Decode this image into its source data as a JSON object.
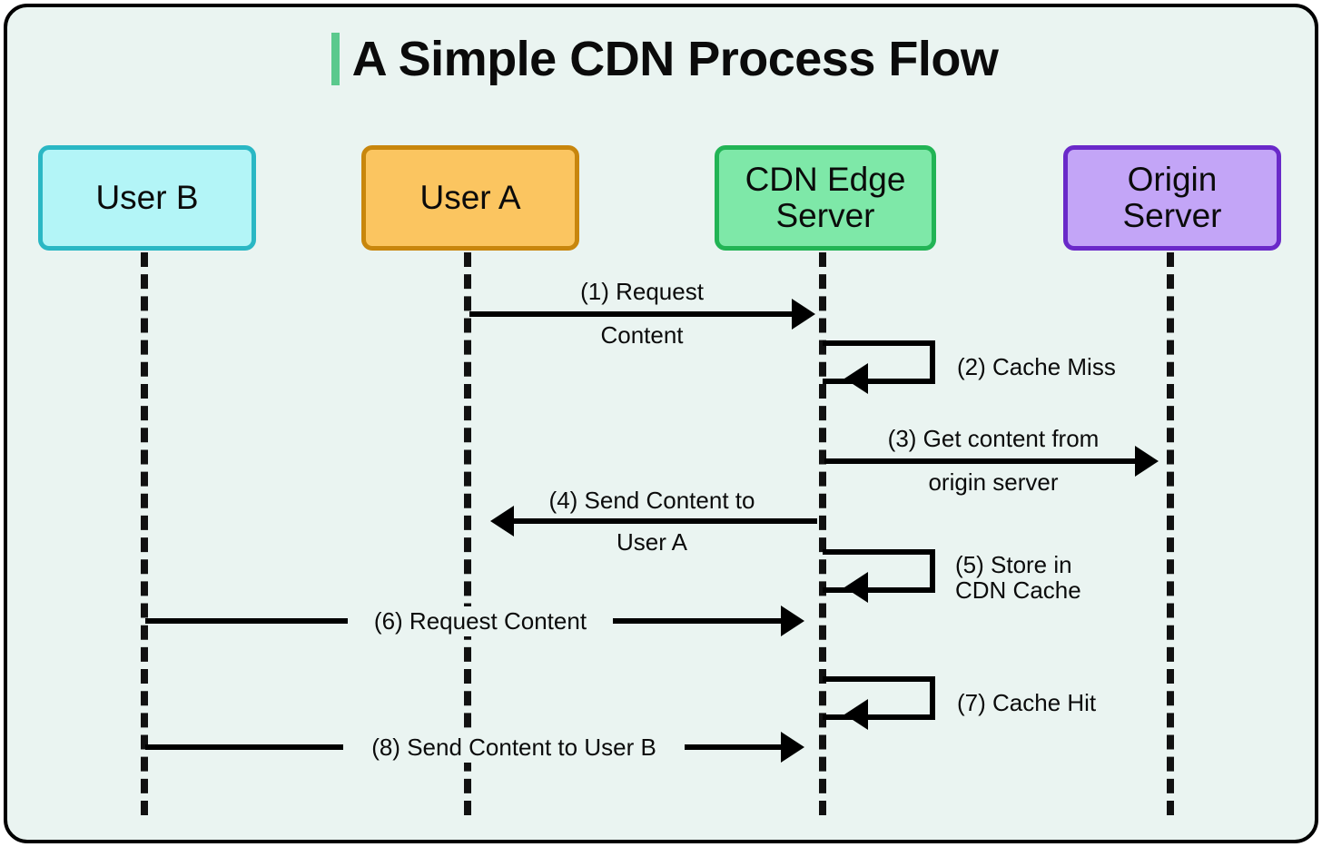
{
  "diagram": {
    "title": "A Simple CDN Process Flow",
    "accent_color": "#5bc98d",
    "background_color": "#eaf4f1",
    "border_color": "#000000",
    "type": "sequence-diagram"
  },
  "participants": [
    {
      "id": "user-b",
      "label": "User B",
      "fill": "#b3f5f7",
      "stroke": "#2ab7c4"
    },
    {
      "id": "user-a",
      "label": "User A",
      "fill": "#fbc560",
      "stroke": "#c8860d"
    },
    {
      "id": "cdn-edge-server",
      "label": "CDN Edge\nServer",
      "line1": "CDN Edge",
      "line2": "Server",
      "fill": "#7ee8a8",
      "stroke": "#22b455"
    },
    {
      "id": "origin-server",
      "label": "Origin\nServer",
      "line1": "Origin",
      "line2": "Server",
      "fill": "#c3a5f7",
      "stroke": "#6a29c9"
    }
  ],
  "messages": [
    {
      "num": "(1)",
      "text": "(1) Request\nContent",
      "line1": "(1) Request",
      "line2": "Content",
      "from": "user-a",
      "to": "cdn-edge-server",
      "direction": "right",
      "kind": "call"
    },
    {
      "num": "(2)",
      "text": "(2) Cache Miss",
      "line1": "(2) Cache Miss",
      "line2": "",
      "from": "cdn-edge-server",
      "to": "cdn-edge-server",
      "direction": "self",
      "kind": "self"
    },
    {
      "num": "(3)",
      "text": "(3) Get content from\norigin server",
      "line1": "(3) Get content from",
      "line2": "origin server",
      "from": "cdn-edge-server",
      "to": "origin-server",
      "direction": "right",
      "kind": "call"
    },
    {
      "num": "(4)",
      "text": "(4) Send Content to\nUser A",
      "line1": "(4) Send Content to",
      "line2": "User A",
      "from": "cdn-edge-server",
      "to": "user-a",
      "direction": "left",
      "kind": "return"
    },
    {
      "num": "(5)",
      "text": "(5) Store in\nCDN Cache",
      "line1": "(5) Store in",
      "line2": "CDN Cache",
      "from": "cdn-edge-server",
      "to": "cdn-edge-server",
      "direction": "self",
      "kind": "self"
    },
    {
      "num": "(6)",
      "text": "(6) Request Content",
      "line1": "(6) Request Content",
      "line2": "",
      "from": "user-b",
      "to": "cdn-edge-server",
      "direction": "right",
      "kind": "call"
    },
    {
      "num": "(7)",
      "text": "(7) Cache Hit",
      "line1": "(7) Cache Hit",
      "line2": "",
      "from": "cdn-edge-server",
      "to": "cdn-edge-server",
      "direction": "self",
      "kind": "self"
    },
    {
      "num": "(8)",
      "text": "(8) Send Content to User B",
      "line1": "(8) Send Content to User B",
      "line2": "",
      "from": "user-b",
      "to": "cdn-edge-server",
      "direction": "right",
      "kind": "call"
    }
  ]
}
